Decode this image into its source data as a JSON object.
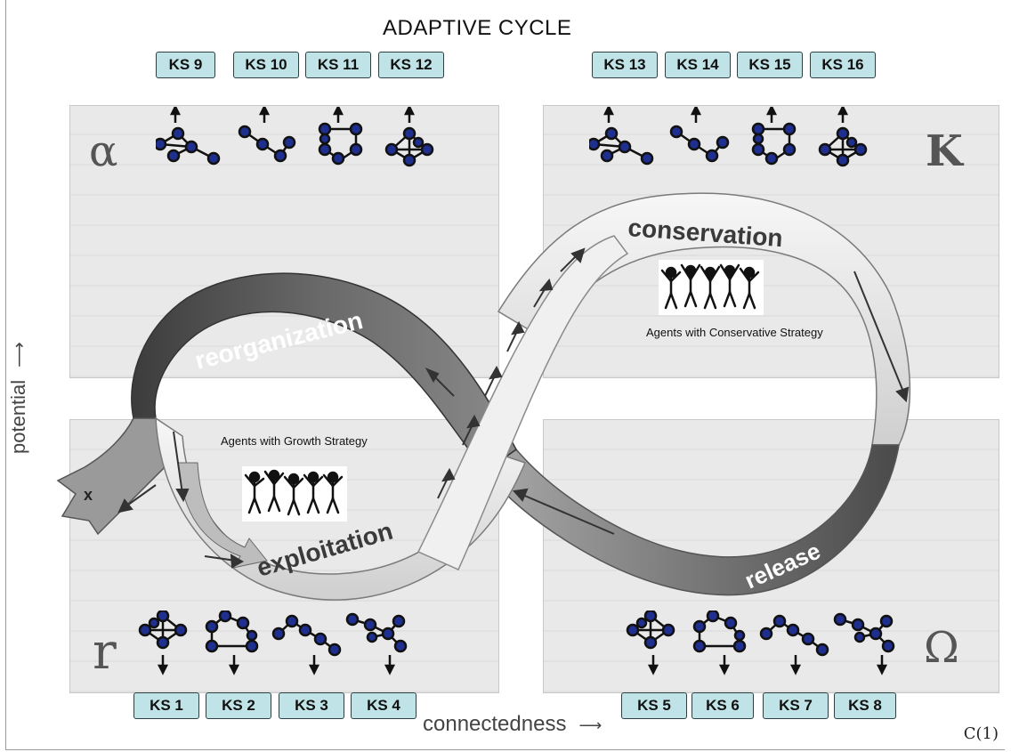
{
  "title": "ADAPTIVE CYCLE",
  "quadrants": {
    "alpha": "α",
    "k": "K",
    "r": "r",
    "omega": "Ω"
  },
  "top_ks": [
    "KS 9",
    "KS 10",
    "KS 11",
    "KS 12",
    "KS 13",
    "KS 14",
    "KS 15",
    "KS 16"
  ],
  "bottom_ks": [
    "KS 1",
    "KS 2",
    "KS 3",
    "KS 4",
    "KS 5",
    "KS 6",
    "KS 7",
    "KS 8"
  ],
  "phases": {
    "reorganization": "reorganization",
    "conservation": "conservation",
    "exploitation": "exploitation",
    "release": "release",
    "exit": "x"
  },
  "axes": {
    "y": "potential",
    "x": "connectedness"
  },
  "agents": {
    "growth": "Agents with Growth Strategy",
    "conservative": "Agents with Conservative Strategy"
  },
  "figure_label": "C(1)",
  "colors": {
    "ks_fill": "#bfe3e6",
    "node": "#1f2f8f",
    "band_dark": "#4d4d4d",
    "band_light": "#f4f4f4"
  }
}
